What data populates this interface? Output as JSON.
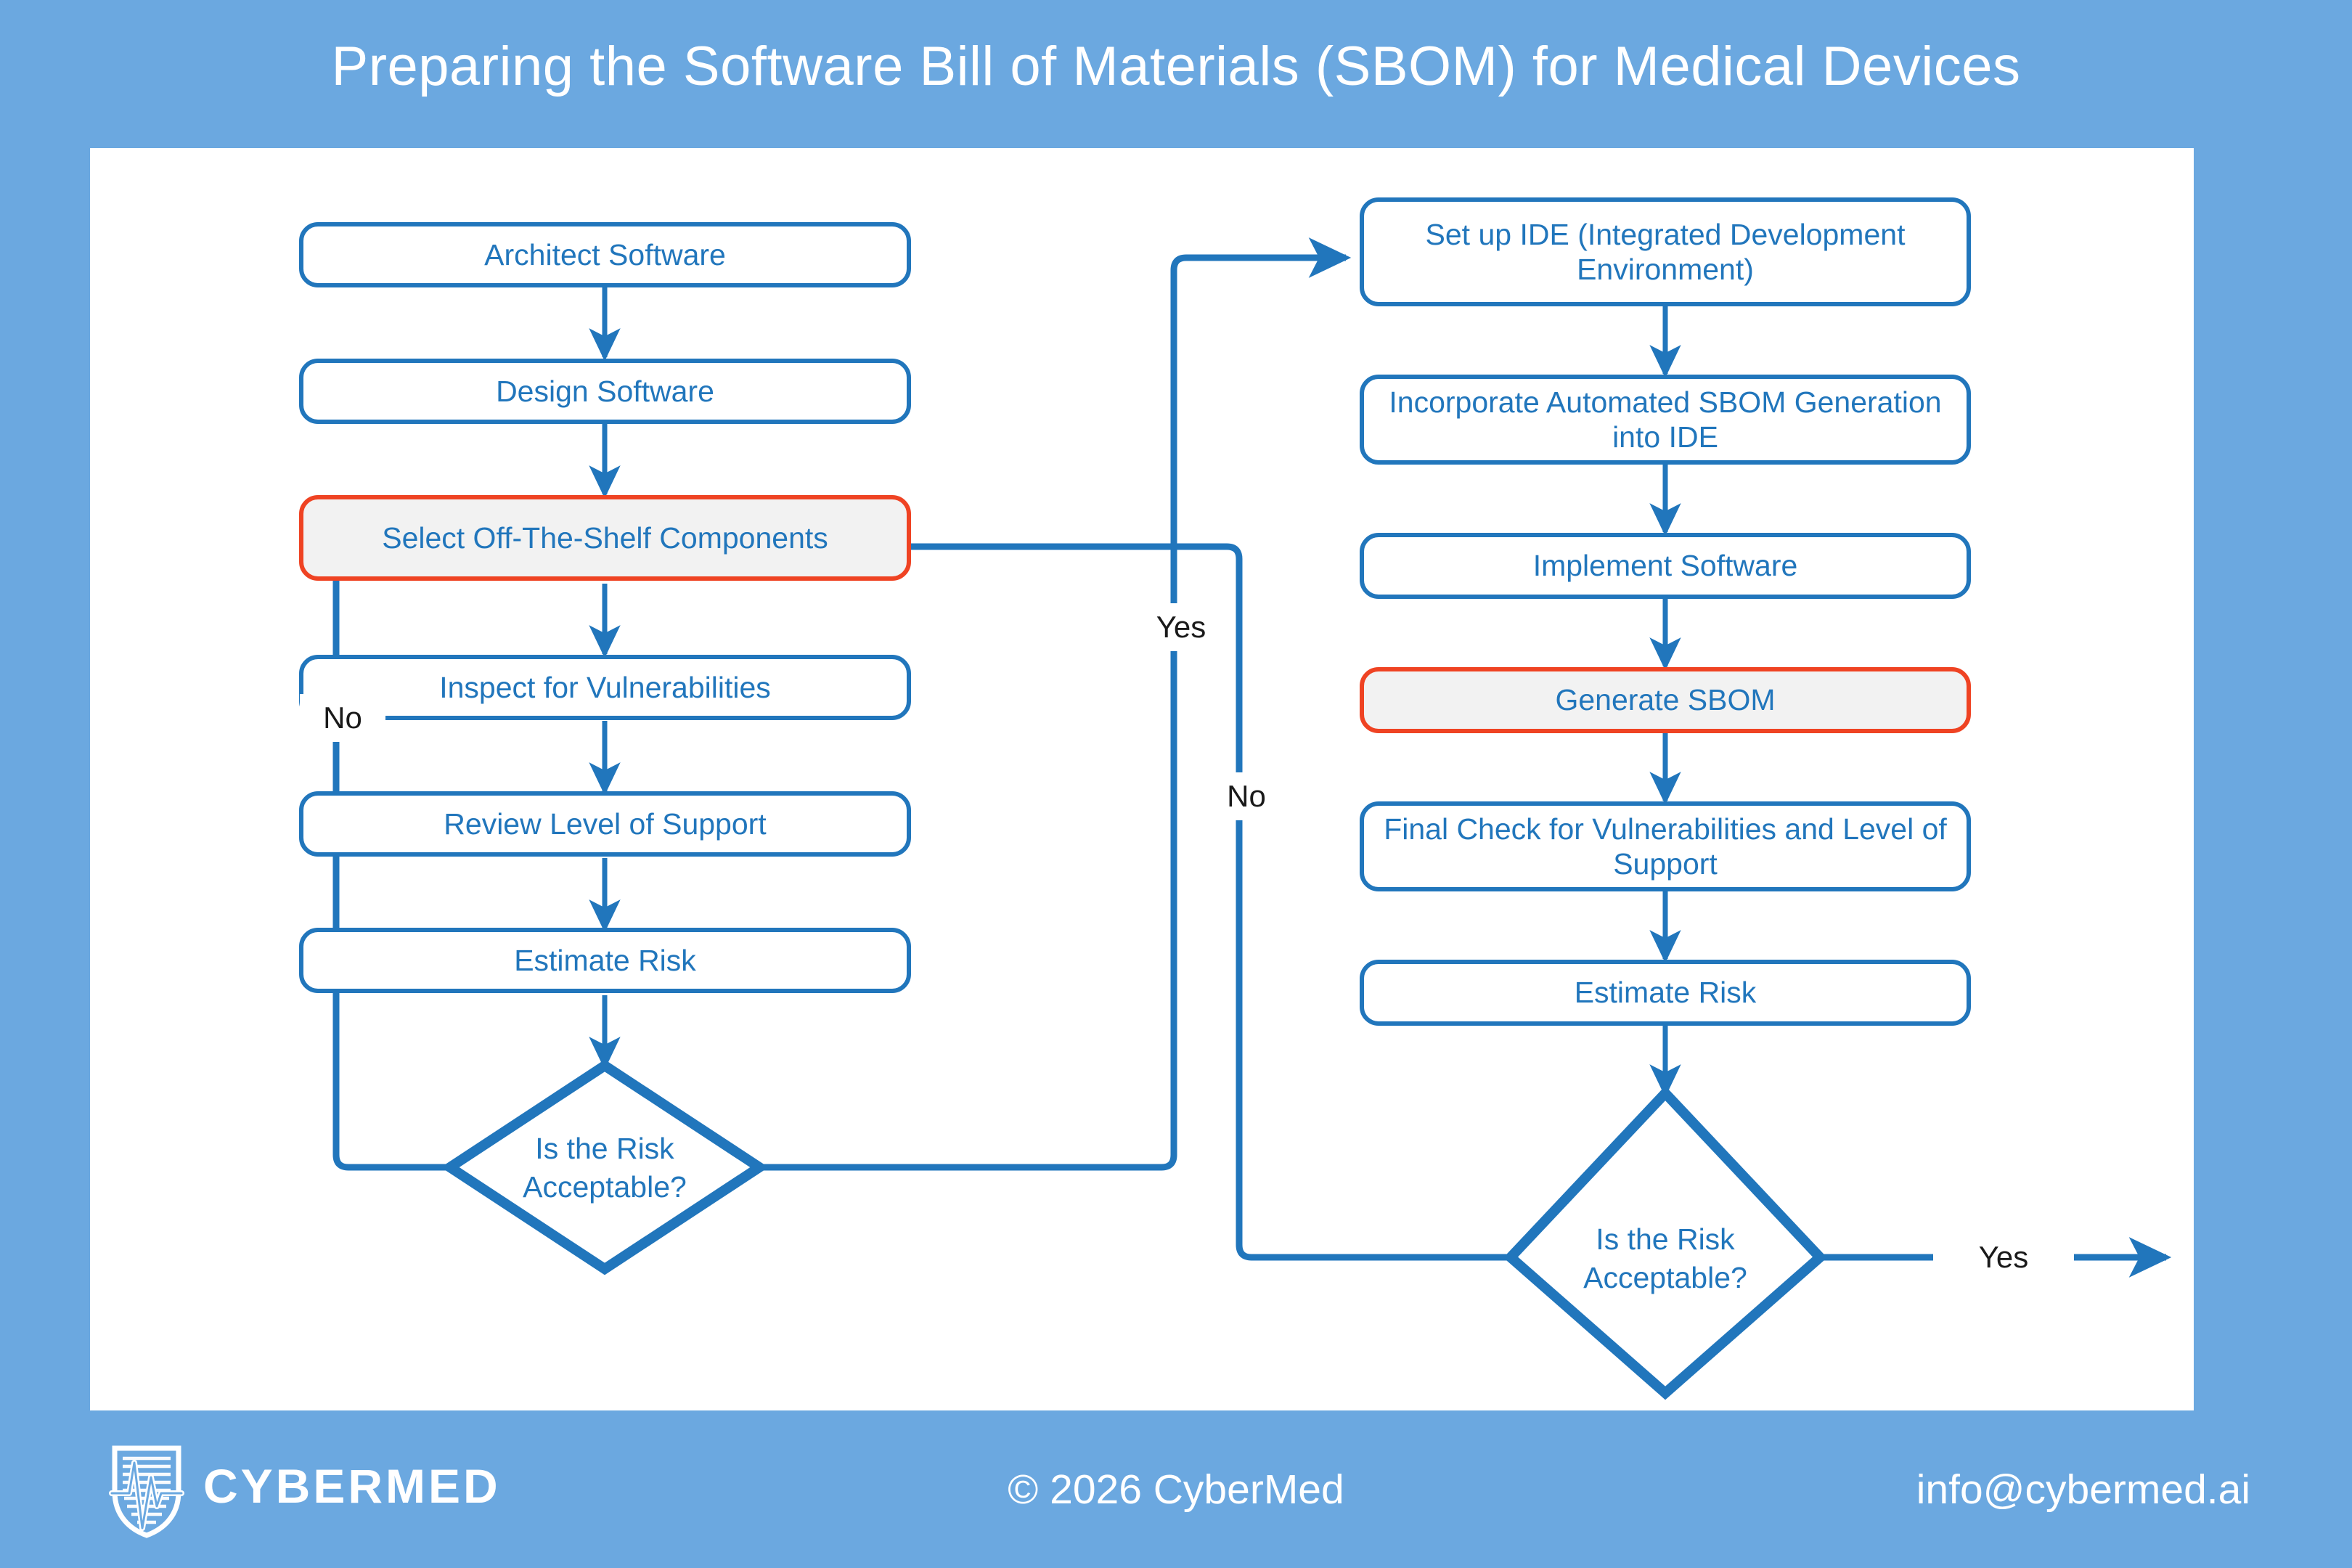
{
  "title": "Preparing the Software Bill of Materials (SBOM) for Medical Devices",
  "colors": {
    "background": "#6ba8e0",
    "panel": "#ffffff",
    "node_border": "#2176bc",
    "node_text": "#2176bc",
    "highlight_border": "#ef4323",
    "highlight_fill": "#f2f2f2",
    "edge": "#2176bc",
    "edge_label_text": "#1a1a1a"
  },
  "flow": {
    "left_column": [
      {
        "id": "architect-software",
        "label": "Architect Software",
        "highlight": false
      },
      {
        "id": "design-software",
        "label": "Design Software",
        "highlight": false
      },
      {
        "id": "select-off-the-shelf-components",
        "label": "Select Off-The-Shelf Components",
        "highlight": true
      },
      {
        "id": "inspect-for-vulnerabilities",
        "label": "Inspect for Vulnerabilities",
        "highlight": false
      },
      {
        "id": "review-level-of-support",
        "label": "Review Level of Support",
        "highlight": false
      },
      {
        "id": "estimate-risk-left",
        "label": "Estimate Risk",
        "highlight": false
      }
    ],
    "left_decision": {
      "id": "is-the-risk-acceptable-left",
      "line1": "Is the Risk",
      "line2": "Acceptable?"
    },
    "right_column": [
      {
        "id": "set-up-ide",
        "label": "Set up IDE (Integrated Development Environment)",
        "highlight": false
      },
      {
        "id": "incorporate-automated-sbom-generation",
        "label": "Incorporate Automated SBOM Generation into IDE",
        "highlight": false
      },
      {
        "id": "implement-software",
        "label": "Implement Software",
        "highlight": false
      },
      {
        "id": "generate-sbom",
        "label": "Generate SBOM",
        "highlight": true
      },
      {
        "id": "final-check-for-vulnerabilities",
        "label": "Final Check for Vulnerabilities and Level of Support",
        "highlight": false
      },
      {
        "id": "estimate-risk-right",
        "label": "Estimate Risk",
        "highlight": false
      }
    ],
    "right_decision": {
      "id": "is-the-risk-acceptable-right",
      "line1": "Is the Risk",
      "line2": "Acceptable?"
    },
    "edge_labels": {
      "left_no": "No",
      "center_yes": "Yes",
      "center_no": "No",
      "right_yes": "Yes"
    }
  },
  "footer": {
    "brand": "CYBERMED",
    "copyright": "© 2026 CyberMed",
    "contact": "info@cybermed.ai"
  }
}
